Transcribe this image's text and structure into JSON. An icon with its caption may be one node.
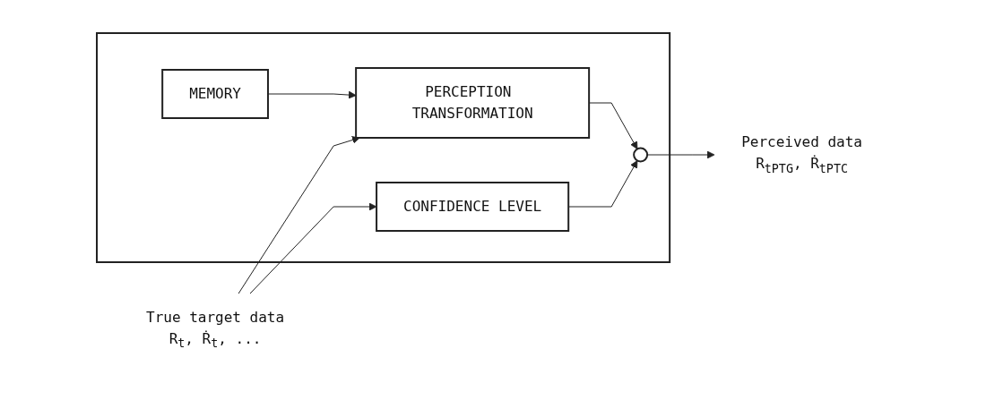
{
  "diagram": {
    "nodes": [
      {
        "text": [],
        "shape": "box"
      },
      {
        "text": [
          "MEMORY"
        ],
        "in": 0
      },
      {
        "text": [
          "PERCEPTION TRANSFORMATION"
        ],
        "in": 0
      },
      {
        "text": [
          "CONFIDENCE LEVEL"
        ],
        "in": 0
      },
      {
        "text": [],
        "shape": "circle",
        "in": 0
      },
      {
        "text": [
          "True target data",
          "R$_{t}$, Ṙ$_{t}$, ..."
        ]
      },
      {
        "text": [
          "Perceived data",
          "R$_{tPTG}$, Ṙ$_{tPTC}$"
        ]
      }
    ],
    "edges": [
      {
        "from": 5,
        "to": 2,
        "arrow": "to"
      },
      {
        "from": 5,
        "to": 3,
        "arrow": "to"
      },
      {
        "from": 1,
        "to": 2,
        "arrow": "to"
      },
      {
        "from": 2,
        "to": 4,
        "arrow": "to"
      },
      {
        "from": 3,
        "to": 4,
        "arrow": "to"
      },
      {
        "from": 4,
        "to": 6,
        "arrow": "to"
      }
    ]
  }
}
